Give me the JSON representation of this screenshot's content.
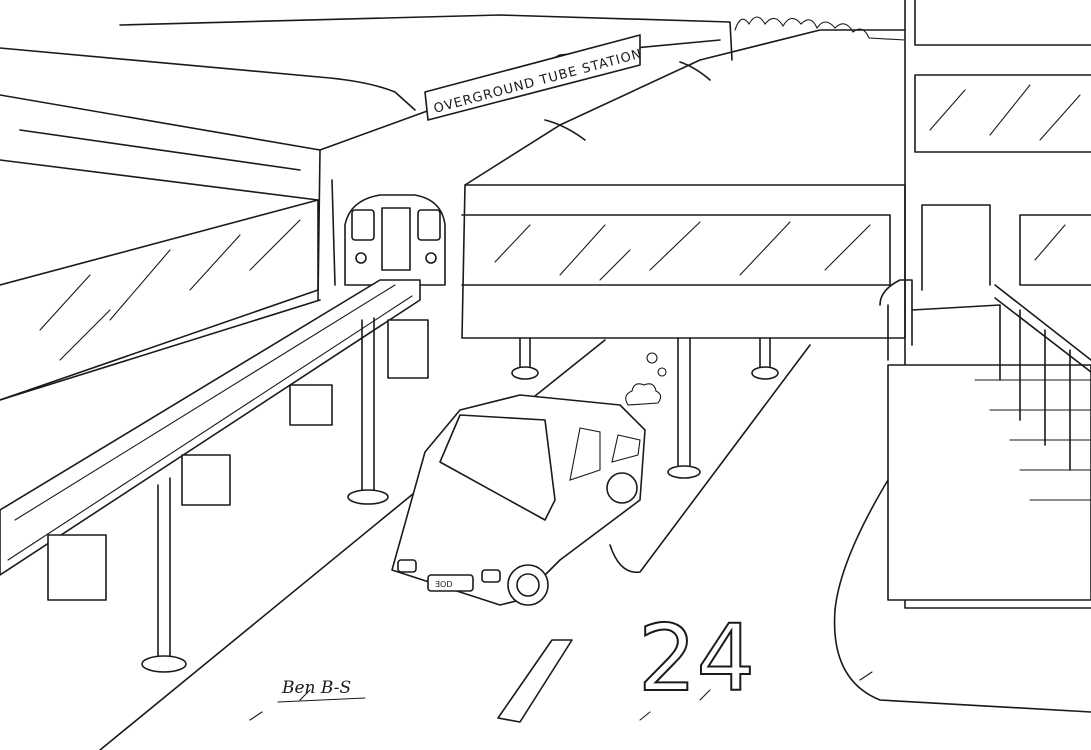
{
  "station_sign": {
    "text": "OVERGROUND TUBE STATION"
  },
  "page_number": "24",
  "signature": "Ben B-S",
  "license_plate": "ƎOD",
  "colors": {
    "ink": "#1a1a1a",
    "paper": "#ffffff"
  }
}
